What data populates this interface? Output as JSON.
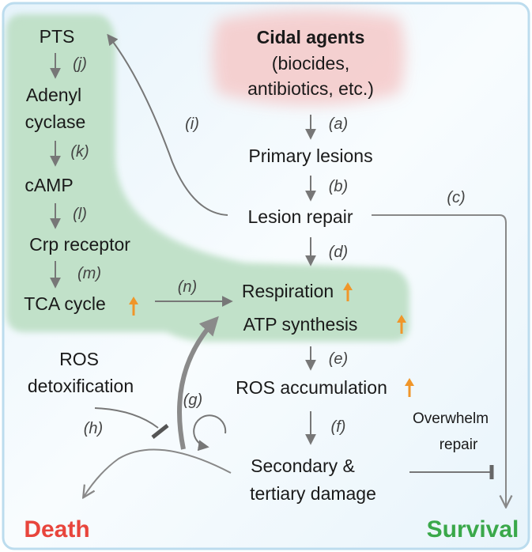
{
  "nodes": {
    "cidal_title": "Cidal agents",
    "cidal_line2": "(biocides,",
    "cidal_line3": "antibiotics, etc.)",
    "primary_lesions": "Primary lesions",
    "lesion_repair": "Lesion repair",
    "respiration": "Respiration",
    "atp_synthesis": "ATP synthesis",
    "ros_accumulation": "ROS accumulation",
    "secondary_line1": "Secondary &",
    "secondary_line2": "tertiary damage",
    "pts": "PTS",
    "adenyl_line1": "Adenyl",
    "adenyl_line2": "cyclase",
    "camp": "cAMP",
    "crp_receptor": "Crp receptor",
    "tca_cycle": "TCA cycle",
    "ros_detox_line1": "ROS",
    "ros_detox_line2": "detoxification",
    "overwhelm_line1": "Overwhelm",
    "overwhelm_line2": "repair"
  },
  "edges": {
    "a": "(a)",
    "b": "(b)",
    "c": "(c)",
    "d": "(d)",
    "e": "(e)",
    "f": "(f)",
    "g": "(g)",
    "h": "(h)",
    "i": "(i)",
    "j": "(j)",
    "k": "(k)",
    "l": "(l)",
    "m": "(m)",
    "n": "(n)"
  },
  "outcomes": {
    "death": "Death",
    "survival": "Survival"
  },
  "colors": {
    "death": "#e8453c",
    "survival": "#3aa84a",
    "up_arrow": "#f0962a",
    "highlight": "#cfe8d4",
    "cidal_blob": "#f6d4d4",
    "arrow": "#777777"
  }
}
